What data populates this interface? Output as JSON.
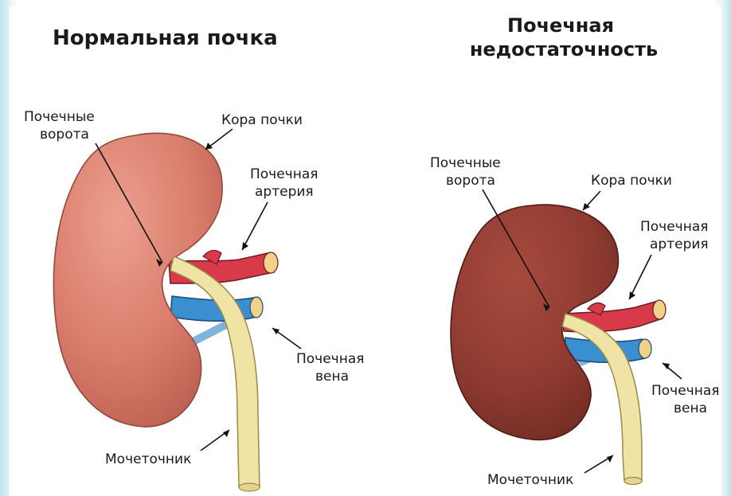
{
  "colors": {
    "kidney_normal": "#d97b6a",
    "kidney_failure": "#8f3b31",
    "artery": "#d93a4a",
    "vein": "#3a8fd0",
    "ureter": "#efe3a6",
    "frame": "#bfe3ec"
  },
  "left": {
    "title": "Нормальная почка",
    "labels": {
      "hilum": [
        "Почечные",
        "ворота"
      ],
      "cortex": "Кора почки",
      "artery": [
        "Почечная",
        "артерия"
      ],
      "vein": [
        "Почечная",
        "вена"
      ],
      "ureter": "Мочеточник"
    }
  },
  "right": {
    "title": [
      "Почечная",
      "недостаточность"
    ],
    "labels": {
      "hilum": [
        "Почечные",
        "ворота"
      ],
      "cortex": "Кора почки",
      "artery": [
        "Почечная",
        "артерия"
      ],
      "vein": [
        "Почечная",
        "вена"
      ],
      "ureter": "Мочеточник"
    }
  }
}
